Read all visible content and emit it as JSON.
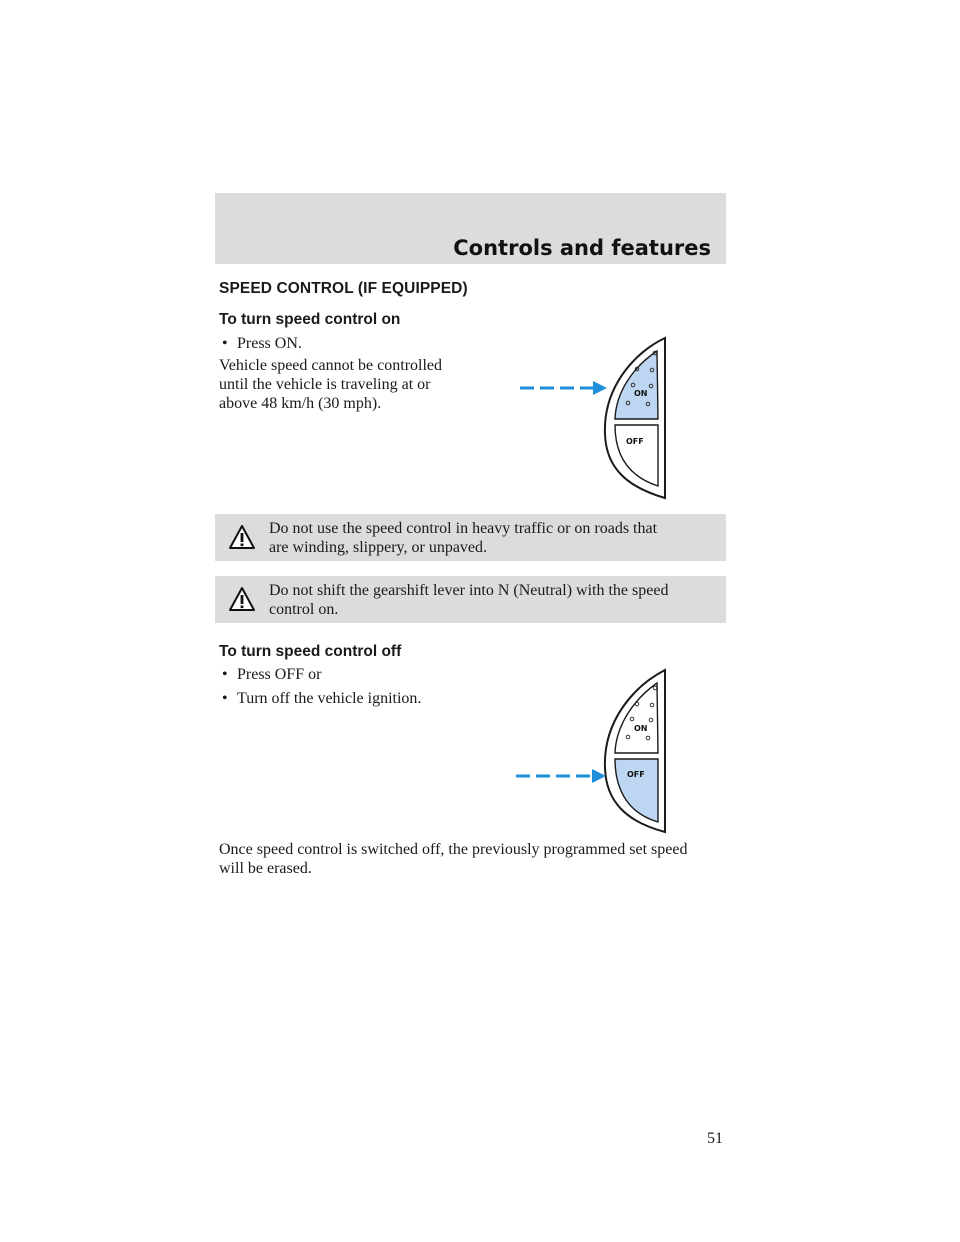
{
  "header": {
    "section_title": "Controls and features"
  },
  "main": {
    "heading": "SPEED CONTROL (IF EQUIPPED)",
    "turn_on": {
      "heading": "To turn speed control on",
      "bullets": [
        "Press ON."
      ],
      "note": [
        "Vehicle speed cannot be controlled",
        "until the vehicle is traveling at or",
        "above 48 km/h (30 mph)."
      ]
    },
    "warnings": [
      [
        "Do not use the speed control in heavy traffic or on roads that",
        "are winding, slippery, or unpaved."
      ],
      [
        "Do not shift the gearshift lever into N (Neutral) with the speed",
        "control on."
      ]
    ],
    "turn_off": {
      "heading": "To turn speed control off",
      "bullets": [
        "Press OFF or",
        "Turn off the vehicle ignition."
      ]
    },
    "closing": [
      "Once speed control is switched off, the previously programmed set speed",
      "will be erased."
    ]
  },
  "diagrams": {
    "on_label": "ON",
    "off_label": "OFF",
    "highlight_color": "#bdd7f2",
    "arrow_color": "#1e8fd8"
  },
  "bullet_symbol": "•",
  "page_number": "51"
}
